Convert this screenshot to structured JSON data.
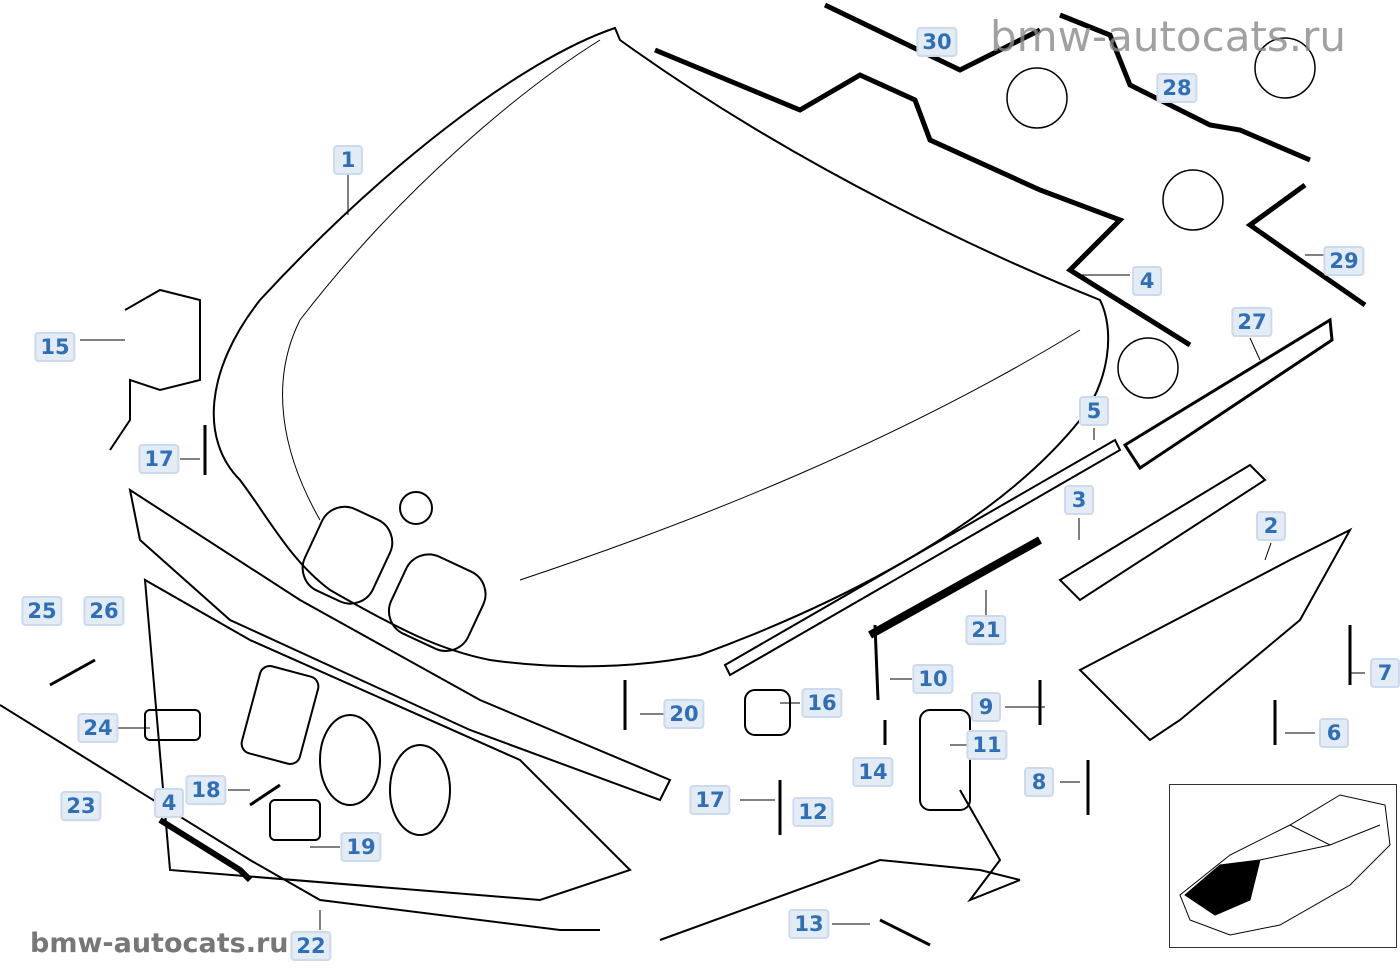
{
  "watermark": {
    "top": "bmw-autocats.ru",
    "bottom": "bmw-autocats.ru"
  },
  "labels": [
    "1",
    "30",
    "28",
    "4",
    "29",
    "27",
    "15",
    "17",
    "5",
    "3",
    "2",
    "25",
    "26",
    "21",
    "10",
    "16",
    "20",
    "9",
    "7",
    "11",
    "6",
    "24",
    "14",
    "8",
    "18",
    "4",
    "23",
    "17",
    "12",
    "19",
    "13",
    "22"
  ],
  "colors": {
    "label_text": "#2f6fb5",
    "label_bg": "#e3ebf5",
    "line": "#000000"
  }
}
